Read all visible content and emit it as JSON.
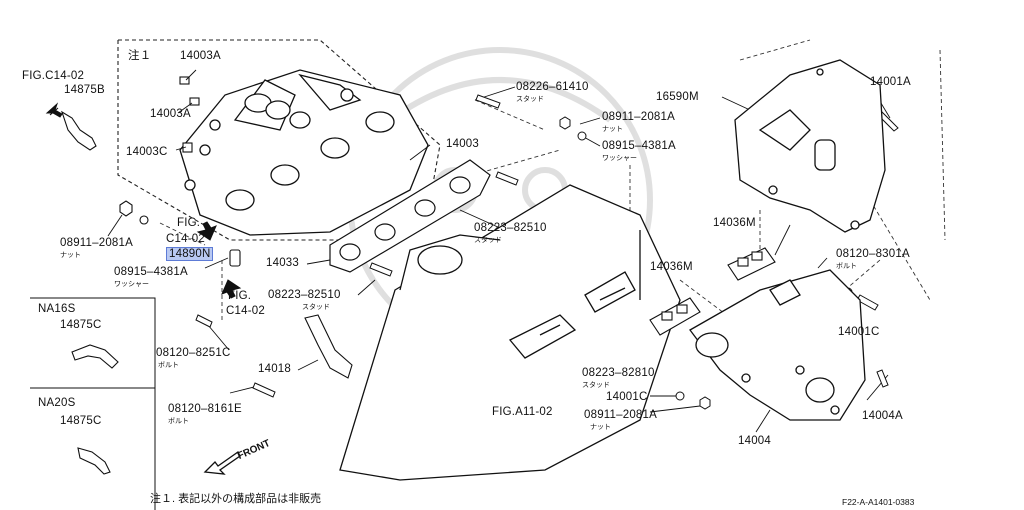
{
  "labels": {
    "note_marker": "注１",
    "p14003A_top": "14003A",
    "p14003A_mid": "14003A",
    "p14003C": "14003C",
    "fig_c1402_top": "FIG.C14-02",
    "p14875B": "14875B",
    "p14003": "14003",
    "p0822661410": "08226–61410",
    "stud": "スタッド",
    "p089112081A_top": "08911–2081A",
    "nut": "ナット",
    "p089154381A_top": "08915–4381A",
    "washer": "ワッシャー",
    "p16590M": "16590M",
    "p14001A": "14001A",
    "p0822382510_a": "08223–82510",
    "fig": "FIG.",
    "c1402": "C14-02",
    "p14890N": "14890N",
    "p089112081A_left": "08911–2081A",
    "p089154381A_left": "08915–4381A",
    "p14033": "14033",
    "p0822382510_b": "08223–82510",
    "p081208251C": "08120–8251C",
    "bolt": "ボルト",
    "p14018": "14018",
    "p081208161E": "08120–8161E",
    "na16s": "NA16S",
    "na20s": "NA20S",
    "p14875C": "14875C",
    "p14036M": "14036M",
    "p081208301A": "08120–8301A",
    "p14001C": "14001C",
    "p0822382810": "08223–82810",
    "p089112081A_low": "08911–2081A",
    "fig_a1102": "FIG.A11-02",
    "p14004": "14004",
    "p14004A": "14004A",
    "front": "FRONT",
    "footnote": "注１. 表記以外の構成部品は非販売",
    "diagram_code": "F22-A-A1401-0383"
  },
  "colors": {
    "highlight_fill": "#b9c9f2",
    "highlight_border": "#5d7bd6",
    "line": "#111111"
  }
}
